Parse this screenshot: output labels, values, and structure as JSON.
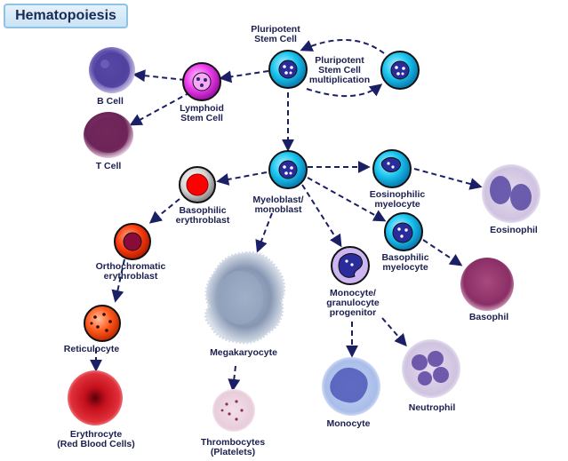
{
  "title": "Hematopoiesis",
  "colors": {
    "arrow": "#1b1f66",
    "label": "#1b1f4f",
    "stem_fill": "#19c6f0",
    "stem_nucleus": "#2b2c9c",
    "lymphoid_fill": "#ee3fee",
    "basophilic_erythroblast_fill": "#ff0000",
    "orthochromatic_fill": "#ff3b10",
    "reticulocyte_fill": "#ff5a1c"
  },
  "nodes": {
    "pluripotent": "Pluripotent\nStem Cell",
    "multiplication": "Pluripotent\nStem Cell\nmultiplication",
    "lymphoid": "Lymphoid\nStem Cell",
    "b_cell": "B Cell",
    "t_cell": "T Cell",
    "myeloblast": "Myeloblast/\nmonoblast",
    "eosinophilic_myelocyte": "Eosinophilic\nmyelocyte",
    "eosinophil": "Eosinophil",
    "basophilic_erythroblast": "Basophilic\nerythroblast",
    "orthochromatic": "Orthochromatic\nerythroblast",
    "reticulocyte": "Reticulocyte",
    "erythrocyte": "Erythrocyte\n(Red Blood Cells)",
    "megakaryocyte": "Megakaryocyte",
    "thrombocytes": "Thrombocytes\n(Platelets)",
    "monocyte_progenitor": "Monocyte/\ngranulocyte\nprogenitor",
    "monocyte": "Monocyte",
    "neutrophil": "Neutrophil",
    "basophilic_myelocyte": "Basophilic\nmyelocyte",
    "basophil": "Basophil"
  }
}
